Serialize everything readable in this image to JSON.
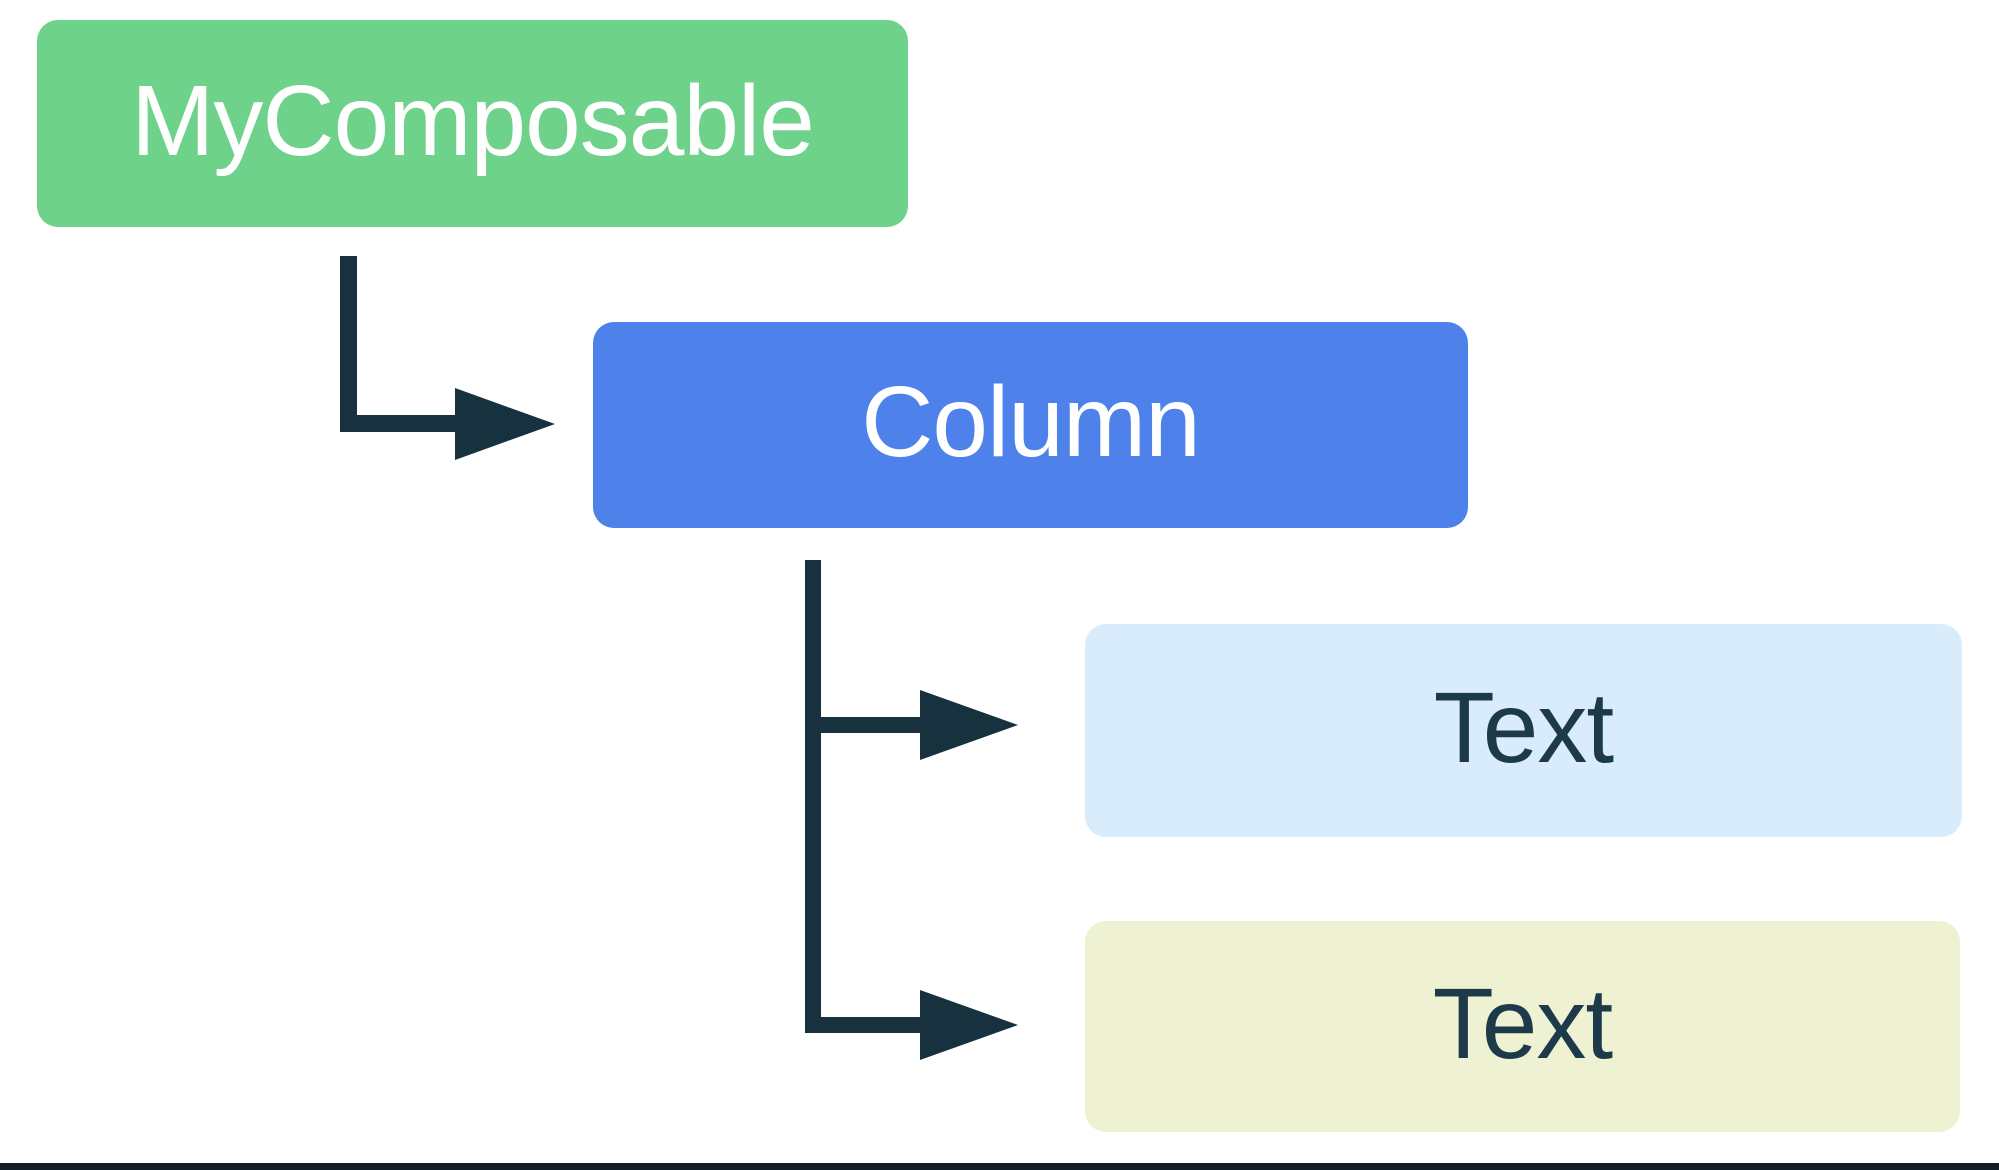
{
  "diagram": {
    "type": "composable-hierarchy-tree",
    "nodes": {
      "mycomposable": {
        "label": "MyComposable"
      },
      "column": {
        "label": "Column"
      },
      "text1": {
        "label": "Text"
      },
      "text2": {
        "label": "Text"
      }
    },
    "connectors": [
      {
        "from": "MyComposable",
        "to": "Column",
        "style": "elbow-arrow"
      },
      {
        "from": "Column",
        "to": "Text",
        "style": "elbow-arrow"
      },
      {
        "from": "Column",
        "to": "Text",
        "style": "elbow-arrow"
      }
    ],
    "colors": {
      "node_mycomposable_bg": "#6fd28a",
      "node_column_bg": "#4e82ea",
      "node_text1_bg": "#d9ecfb",
      "node_text2_bg": "#eef2d2",
      "label_on_color": "#ffffff",
      "label_dark": "#1d3a4a",
      "arrow": "#17313f",
      "footer_line": "#121e28",
      "background": "#ffffff"
    }
  }
}
